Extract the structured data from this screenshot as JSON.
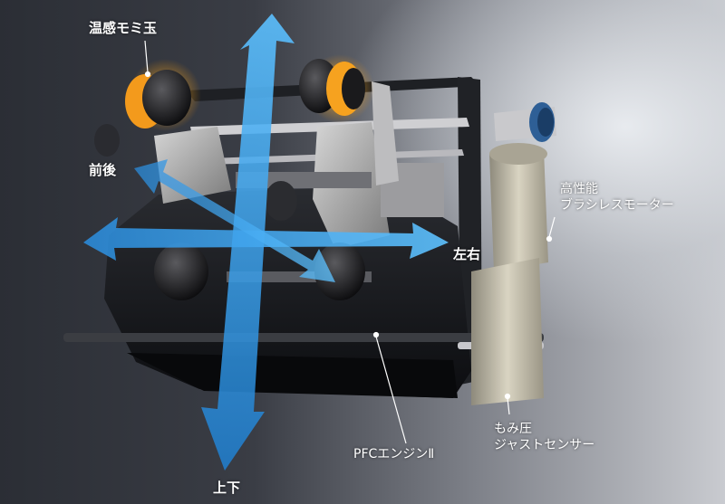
{
  "labels": {
    "warm_ball": "温感モミ玉",
    "front_back": "前後",
    "left_right": "左右",
    "up_down": "上下",
    "motor_line1": "高性能",
    "motor_line2": "ブラシレスモーター",
    "pfc_engine": "PFCエンジンⅡ",
    "sensor_line1": "もみ圧",
    "sensor_line2": "ジャストセンサー"
  },
  "colors": {
    "arrow_blue": "#3aa0e6",
    "roller_orange": "#f39a1c"
  }
}
